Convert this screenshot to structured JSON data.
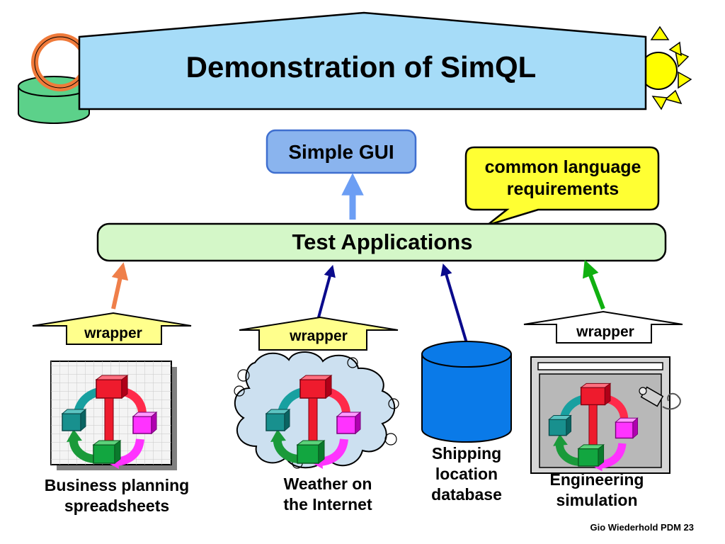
{
  "title": "Demonstration of SimQL",
  "gui": {
    "label": "Simple GUI"
  },
  "callout": {
    "line1": "common language",
    "line2": "requirements"
  },
  "test_apps": {
    "label": "Test Applications"
  },
  "wrappers": [
    {
      "label": "wrapper"
    },
    {
      "label": "wrapper"
    },
    {
      "label": "wrapper"
    }
  ],
  "sources": [
    {
      "line1": "Business planning",
      "line2": "spreadsheets"
    },
    {
      "line1": "Weather on",
      "line2": "the Internet"
    },
    {
      "line1": "Shipping",
      "line2": "location",
      "line3": "database"
    },
    {
      "line1": "Engineering",
      "line2": "simulation"
    }
  ],
  "colors": {
    "title_fill": "#a6dcf8",
    "gui_fill": "#8ab4ee",
    "gui_stroke": "#3f6fcf",
    "callout_fill": "#ffff33",
    "test_fill": "#d4f7c8",
    "wrapper_fill": "#ffff8c",
    "arrow_orange": "#ef7f4a",
    "arrow_navy": "#0a0a8c",
    "arrow_green": "#10b010",
    "arrow_blue": "#6c9ef4",
    "database_blue": "#0a7ae8"
  },
  "icons": {
    "left_deco": "ring-and-cylinder-icon",
    "right_deco": "sun-icon",
    "cycle": "process-cycle-icon",
    "probe": "sensor-probe-icon"
  },
  "footer": "Gio Wiederhold PDM 23"
}
